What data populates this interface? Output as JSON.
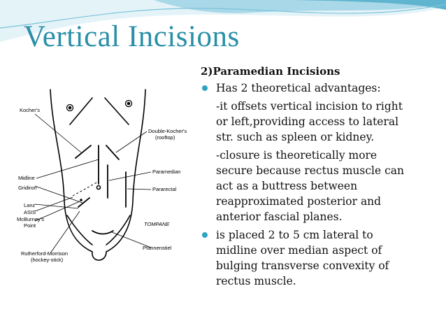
{
  "slide": {
    "title": "Vertical Incisions"
  },
  "content": {
    "heading": "2)Paramedian Incisions",
    "bullet1": "Has 2 theoretical advantages:",
    "sub1_lines": [
      "-it offsets vertical incision to right",
      "or left,providing access to lateral",
      "str. such as spleen or kidney."
    ],
    "sub2_lines": [
      "-closure is theoretically more",
      "secure because rectus muscle can",
      "act as a buttress between",
      "reapproximated posterior and",
      "anterior fascial planes."
    ],
    "bullet2_lines": [
      "is placed 2 to 5 cm lateral to",
      "midline over median aspect of",
      "bulging transverse convexity of",
      "rectus muscle."
    ]
  },
  "diagram": {
    "labels": {
      "kochers": "Kocher's",
      "double_kochers": "Double-Kocher's",
      "rooftop": "(rooftop)",
      "midline": "Midline",
      "paramedian": "Paramedian",
      "gridiron": "Gridiron",
      "pararectal": "Pararectal",
      "lanz": "Lanz",
      "asis": "ASIS",
      "mcburneys": "McBurney's",
      "point": "Point",
      "signature": "TOMPANE",
      "rutherford": "Rutherford-Morrison",
      "hockey": "(hockey-stick)",
      "pfannenstiel": "Pfannenstiel"
    }
  },
  "colors": {
    "title": "#2a8fa8",
    "bullet": "#2fa3c0",
    "wave_light": "#cfe9f2",
    "wave_dark": "#5fb4cf"
  }
}
